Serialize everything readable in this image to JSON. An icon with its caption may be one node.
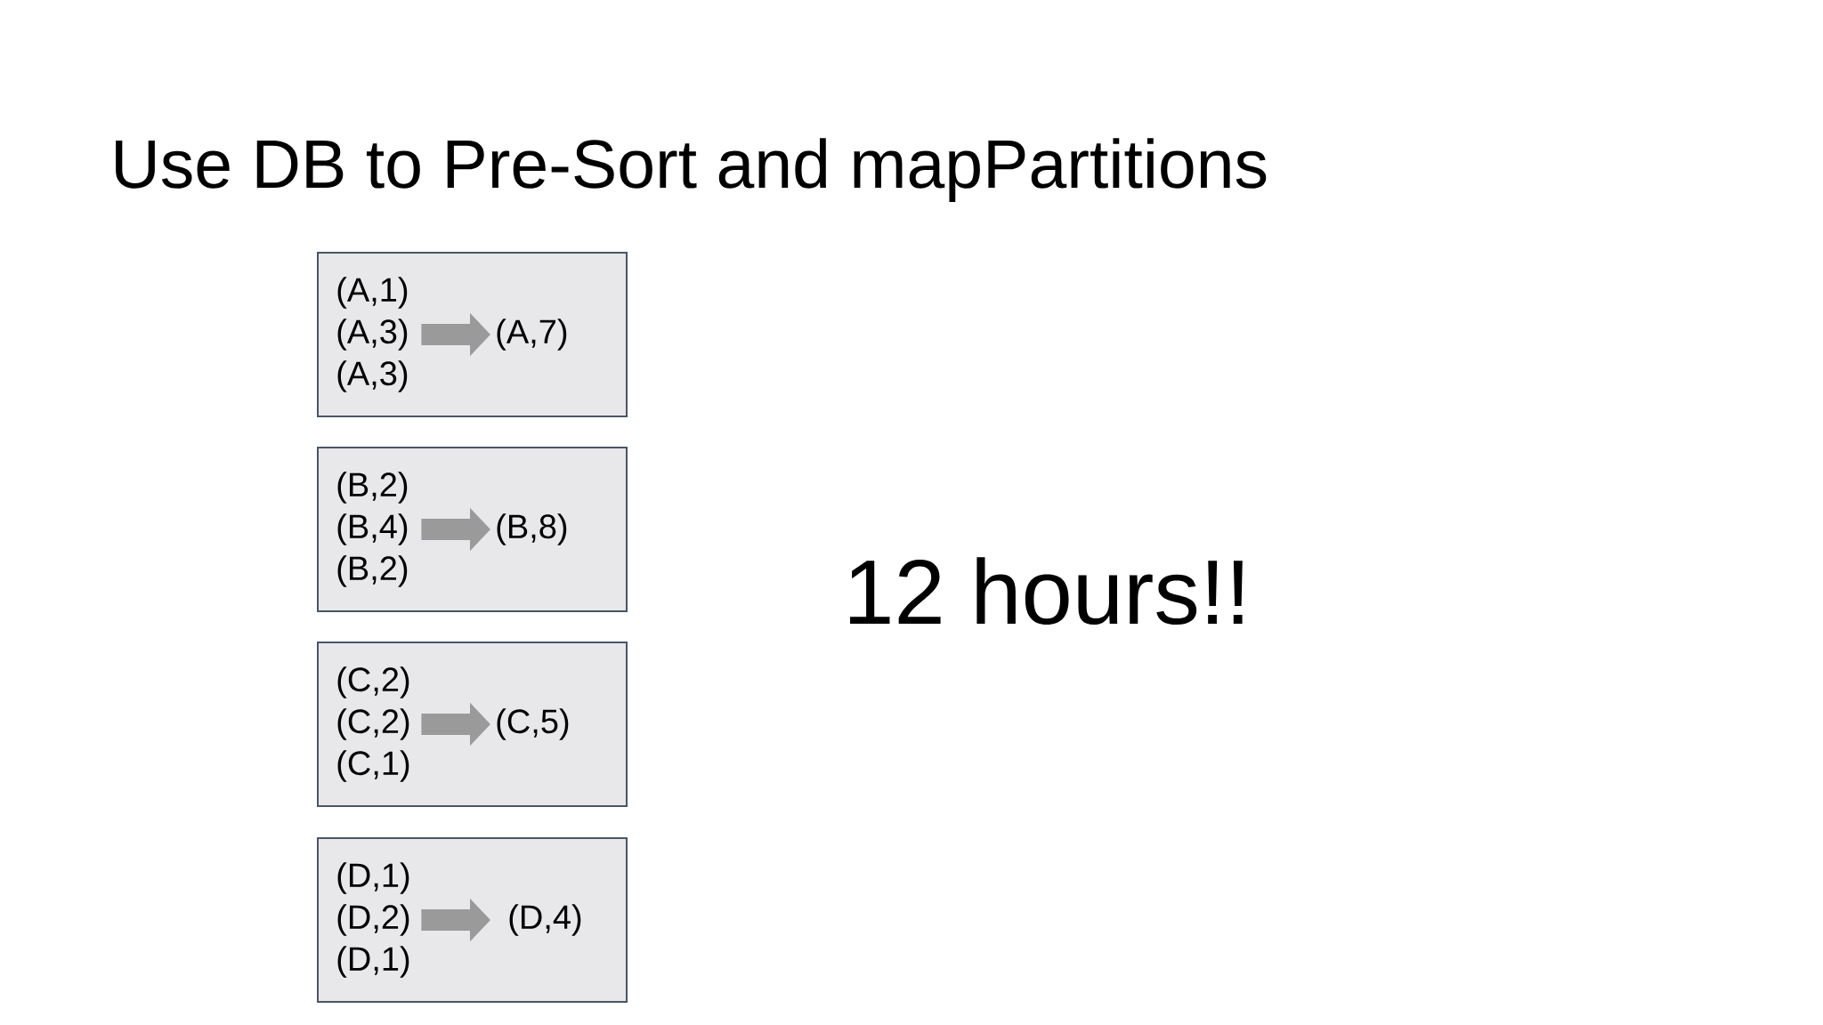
{
  "diagram": {
    "title": "Use DB to Pre-Sort and mapPartitions",
    "nodes": [
      {
        "text": [],
        "shape": "box"
      },
      {
        "text": [
          "(A,1) (A,3) (A,3)"
        ],
        "in": 0
      },
      {
        "text": [
          "(A,7)"
        ],
        "in": 0
      },
      {
        "text": [],
        "shape": "box"
      },
      {
        "text": [
          "(B,2) (B,4) (B,2)"
        ],
        "in": 3
      },
      {
        "text": [
          "(B,8)"
        ],
        "in": 3
      },
      {
        "text": [],
        "shape": "box"
      },
      {
        "text": [
          "(C,2) (C,2) (C,1)"
        ],
        "in": 6
      },
      {
        "text": [
          "(C,5)"
        ],
        "in": 6
      },
      {
        "text": [],
        "shape": "box"
      },
      {
        "text": [
          "(D,1) (D,2) (D,1)"
        ],
        "in": 9
      },
      {
        "text": [
          "(D,4)"
        ],
        "in": 9
      }
    ],
    "edges": [
      {
        "from": 1,
        "to": 2,
        "arrow": "to"
      },
      {
        "from": 4,
        "to": 5,
        "arrow": "to"
      },
      {
        "from": 7,
        "to": 8,
        "arrow": "to"
      },
      {
        "from": 10,
        "to": 11,
        "arrow": "to"
      }
    ],
    "labels": [
      "12 hours!!"
    ]
  }
}
